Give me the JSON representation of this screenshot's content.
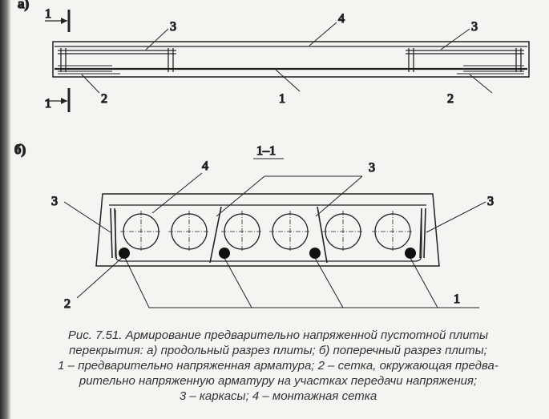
{
  "figure": {
    "subfig_a": "а)",
    "subfig_b": "б)",
    "section_mark": "1",
    "section_title": "1–1",
    "callouts": {
      "prestressed_rebar": "1",
      "mesh": "2",
      "cage": "3",
      "mounting_mesh": "4"
    }
  },
  "caption": {
    "lines": [
      "Рис. 7.51. Армирование предварительно напряженной пустотной плиты",
      "перекрытия: а) продольный разрез плиты; б) поперечный разрез плиты;",
      "1 – предварительно напряженная арматура; 2 – сетка, окружающая предва-",
      "рительно напряженную арматуру на участках передачи напряжения;",
      "3 – каркасы; 4 – монтажная сетка"
    ]
  }
}
